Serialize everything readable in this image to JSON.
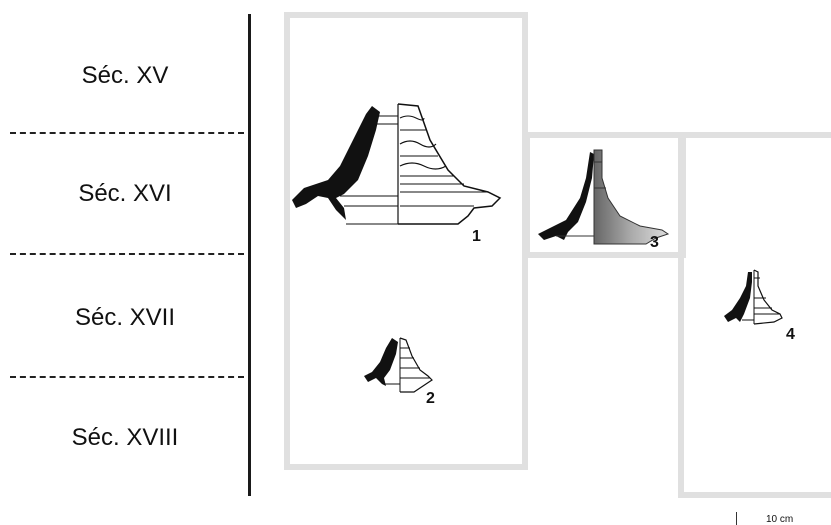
{
  "centuries": [
    "Séc. XV",
    "Séc. XVI",
    "Séc. XVII",
    "Séc. XVIII"
  ],
  "figures": [
    {
      "number": "1"
    },
    {
      "number": "2"
    },
    {
      "number": "3"
    },
    {
      "number": "4"
    }
  ],
  "scale": {
    "label": "10 cm"
  },
  "colors": {
    "panel_border": "#e0e0e0",
    "profile": "#111111",
    "axis": "#1a1a1a"
  }
}
